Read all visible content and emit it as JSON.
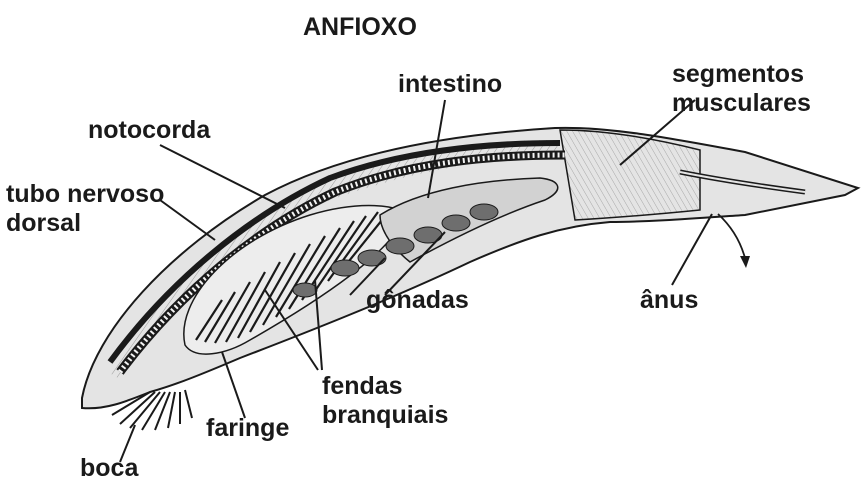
{
  "title": "ANFIOXO",
  "labels": {
    "intestino": "intestino",
    "segmentos_line1": "segmentos",
    "segmentos_line2": "musculares",
    "notocorda": "notocorda",
    "tubo_line1": "tubo nervoso",
    "tubo_line2": "dorsal",
    "gonadas": "gônadas",
    "anus": "ânus",
    "fendas_line1": "fendas",
    "fendas_line2": "branquiais",
    "faringe": "faringe",
    "boca": "boca"
  },
  "colors": {
    "ink": "#1a1a1a",
    "body_fill": "#e4e4e4",
    "tissue_fill": "#d2d2d2",
    "gonad_fill": "#6e6e6e"
  }
}
